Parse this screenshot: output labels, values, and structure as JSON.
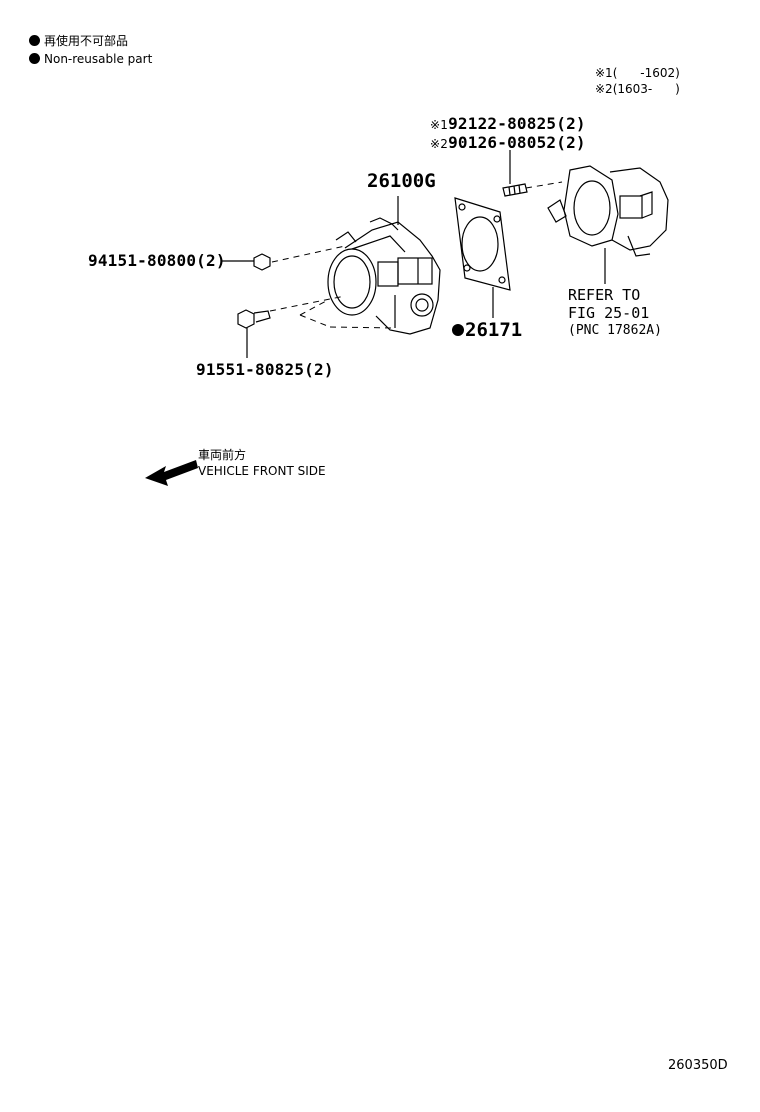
{
  "legend": {
    "line1": "再使用不可部品",
    "line2": "Non-reusable part"
  },
  "notes": {
    "note1_mark": "※1",
    "note1_text": "(      -1602)",
    "note2_mark": "※2",
    "note2_text": "(1603-      )"
  },
  "parts": {
    "stud1_mark": "※1",
    "stud1_number": "92122-80825(2)",
    "stud2_mark": "※2",
    "stud2_number": "90126-08052(2)",
    "throttle_body": "26100G",
    "nut": "94151-80800(2)",
    "bolt": "91551-80825(2)",
    "gasket": "26171"
  },
  "refer": {
    "line1": "REFER TO",
    "line2": "FIG 25-01",
    "line3": "(PNC 17862A)"
  },
  "direction": {
    "line1": "車両前方",
    "line2": "VEHICLE FRONT SIDE"
  },
  "figure_code": "260350D",
  "icons": {
    "non_reusable": "filled-circle-icon",
    "front_arrow": "arrow-left-down-icon"
  }
}
